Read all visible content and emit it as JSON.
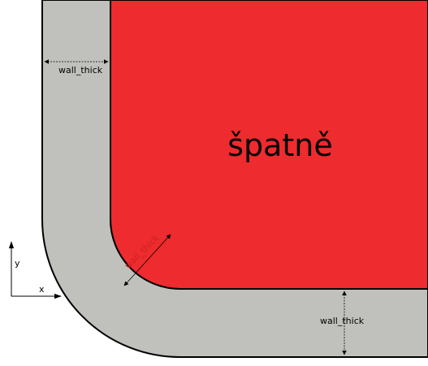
{
  "diagram": {
    "main_label": "špatně",
    "dimension_labels": {
      "top": "wall_thick",
      "diagonal": "wall_thick",
      "bottom": "wall_thick"
    },
    "axes": {
      "x": "x",
      "y": "y"
    }
  },
  "colors": {
    "wall": "#c0c1bc",
    "inner": "#ee2b2e",
    "diagonal_label": "#cc2222",
    "outline": "#000000"
  }
}
